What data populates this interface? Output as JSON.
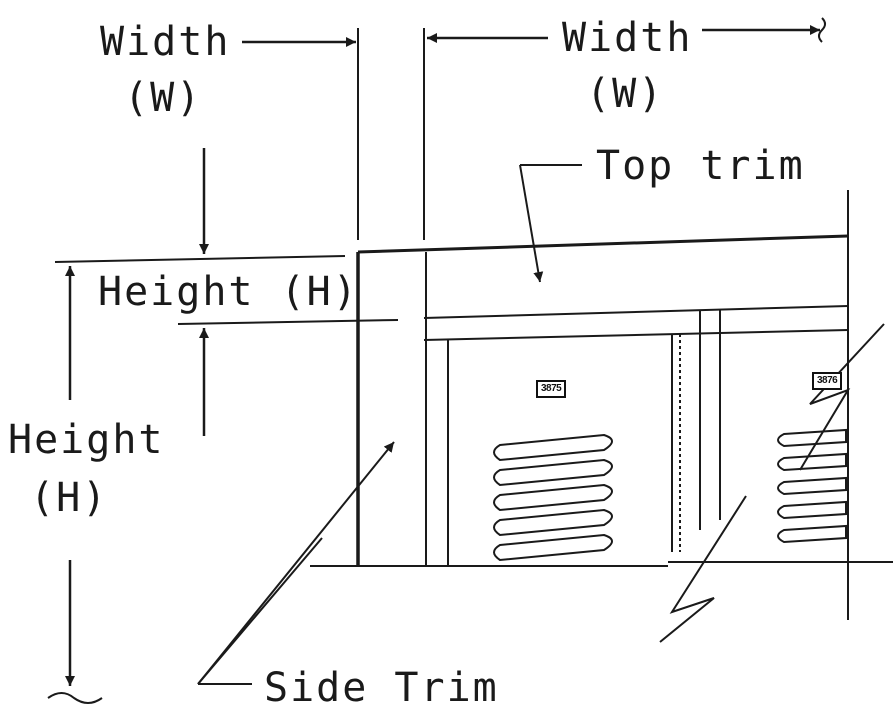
{
  "labels": {
    "width_left": "Width",
    "width_left_abbr": "(W)",
    "width_right": "Width",
    "width_right_abbr": "(W)",
    "top_trim": "Top trim",
    "height_upper": "Height (H)",
    "height_left": "Height",
    "height_left_abbr": "(H)",
    "side_trim": "Side Trim"
  },
  "door_tags": {
    "left": "3875",
    "right": "3876"
  },
  "colors": {
    "ink": "#1a1a1a",
    "background": "#ffffff"
  }
}
